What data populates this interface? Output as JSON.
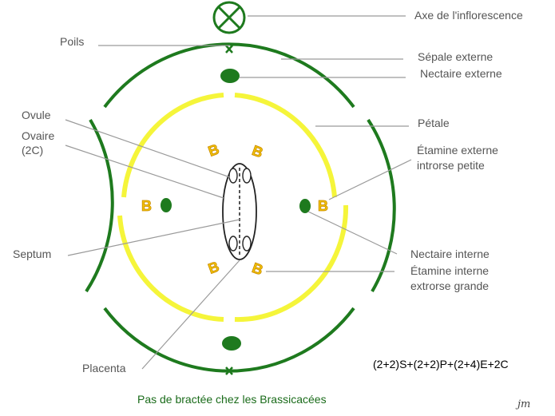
{
  "labels": {
    "axe": "Axe de l'inflorescence",
    "poils": "Poils",
    "sepale_externe": "Sépale externe",
    "nectaire_externe": "Nectaire externe",
    "ovule": "Ovule",
    "ovaire_line1": "Ovaire",
    "ovaire_line2": "(2C)",
    "petale": "Pétale",
    "etamine_externe_line1": "Étamine externe",
    "etamine_externe_line2": "introrse  petite",
    "septum": "Septum",
    "nectaire_interne": "Nectaire interne",
    "etamine_interne_line1": "Étamine interne",
    "etamine_interne_line2": "extrorse grande",
    "placenta": "Placenta"
  },
  "formula": "(2+2)S+(2+2)P+(2+4)E+2C",
  "caption": "Pas de bractée chez les Brassicacées",
  "stamen_glyph": "B",
  "signature": "jm",
  "colors": {
    "sepal": "#1e7a1e",
    "petal": "#f5f53a",
    "nectary": "#1e7a1e",
    "stamen": "#f2c200",
    "leader": "#9a9a9a",
    "label": "#555555",
    "caption": "#1a6b1a"
  }
}
